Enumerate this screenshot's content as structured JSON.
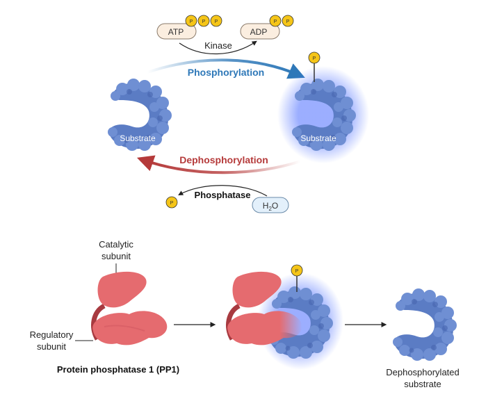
{
  "top_cycle": {
    "atp_label": "ATP",
    "adp_label": "ADP",
    "kinase_label": "Kinase",
    "phosphorylation_label": "Phosphorylation",
    "dephosphorylation_label": "Dephosphorylation",
    "phosphatase_label": "Phosphatase",
    "water_label": "H",
    "water_sub": "2",
    "water_o": "O",
    "substrate_left_label": "Substrate",
    "substrate_right_label": "Substrate",
    "phosphate_symbol": "P"
  },
  "bottom": {
    "catalytic_label_1": "Catalytic",
    "catalytic_label_2": "subunit",
    "regulatory_label_1": "Regulatory",
    "regulatory_label_2": "subunit",
    "pp1_label": "Protein phosphatase 1 (PP1)",
    "dephos_label_1": "Dephosphorylated",
    "dephos_label_2": "substrate"
  },
  "colors": {
    "protein_blue": "#5b7cc4",
    "protein_blue_dark": "#3f5ea8",
    "phosphate_yellow": "#f5c518",
    "phosphorylation_blue": "#2e78b8",
    "dephosphorylation_red": "#b53a3a",
    "pp1_pink": "#e56b6f",
    "pp1_dark": "#b53b45"
  },
  "icons": {
    "substrate": "substrate-protein-icon",
    "phosphate": "phosphate-group-icon",
    "pp1": "pp1-enzyme-icon"
  }
}
